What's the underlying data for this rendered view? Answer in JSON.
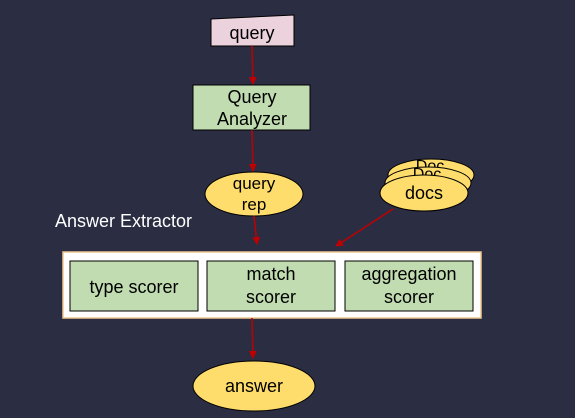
{
  "diagram": {
    "query_label": "query",
    "analyzer_line1": "Query",
    "analyzer_line2": "Analyzer",
    "query_rep_line1": "query",
    "query_rep_line2": "rep",
    "docs_back_label": "Doc",
    "docs_label": "docs",
    "extractor_title": "Answer Extractor",
    "type_scorer_label": "type scorer",
    "match_line1": "match",
    "match_line2": "scorer",
    "aggregation_line1": "aggregation",
    "aggregation_line2": "scorer",
    "answer_label": "answer"
  },
  "colors": {
    "background": "#2b2d43",
    "query_fill": "#ecd2dc",
    "box_fill": "#c0dcb0",
    "ellipse_fill": "#fedd6c",
    "container_fill": "#ffffff",
    "container_stroke": "#f0c890",
    "arrow": "#c00000"
  }
}
